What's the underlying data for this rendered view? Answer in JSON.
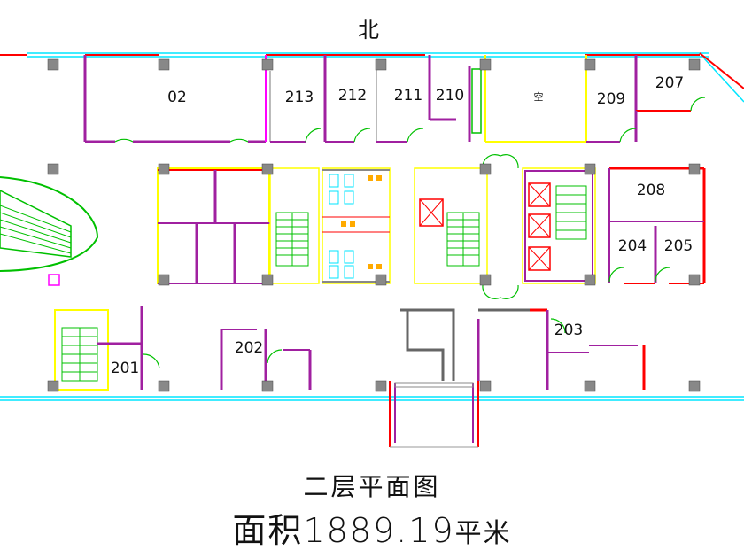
{
  "north_label": "北",
  "rooms": {
    "r02": "02",
    "r213": "213",
    "r212": "212",
    "r211": "211",
    "r210": "210",
    "r_kong": "空",
    "r209": "209",
    "r207": "207",
    "r208": "208",
    "r204": "204",
    "r205": "205",
    "r203": "203",
    "r202": "202",
    "r201": "201"
  },
  "title": {
    "floor_name": "二层平面图",
    "area_prefix": "面积",
    "area_value": "1889.19",
    "area_unit": "平米"
  },
  "colors": {
    "outer_wall": "#ff0000",
    "window": "#00e5ff",
    "partition": "#a020a0",
    "stairs": "#00c000",
    "core": "#ffff00",
    "column": "#888888",
    "door": "#00c000"
  }
}
